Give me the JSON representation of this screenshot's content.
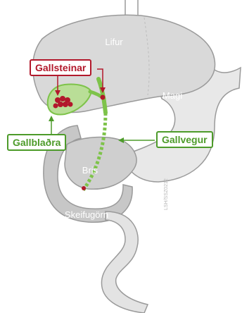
{
  "labels": {
    "liver": "Lifur",
    "stomach": "Magi",
    "pancreas": "Bris",
    "duodenum": "Skeifugörn",
    "gallstones": "Gallsteinar",
    "gallbladder": "Gallblaðra",
    "bile_duct": "Gallvegur",
    "credit": "LSH/SSZ0212"
  },
  "colors": {
    "stones": "#b2182b",
    "bile_green": "#7ec34a",
    "green_text": "#4d9b2a",
    "liver_gray": "#d9d9d9",
    "stomach_gray": "#e8e8e8",
    "duodenum_gray": "#c7c7c7",
    "outline": "#9a9a9a"
  }
}
